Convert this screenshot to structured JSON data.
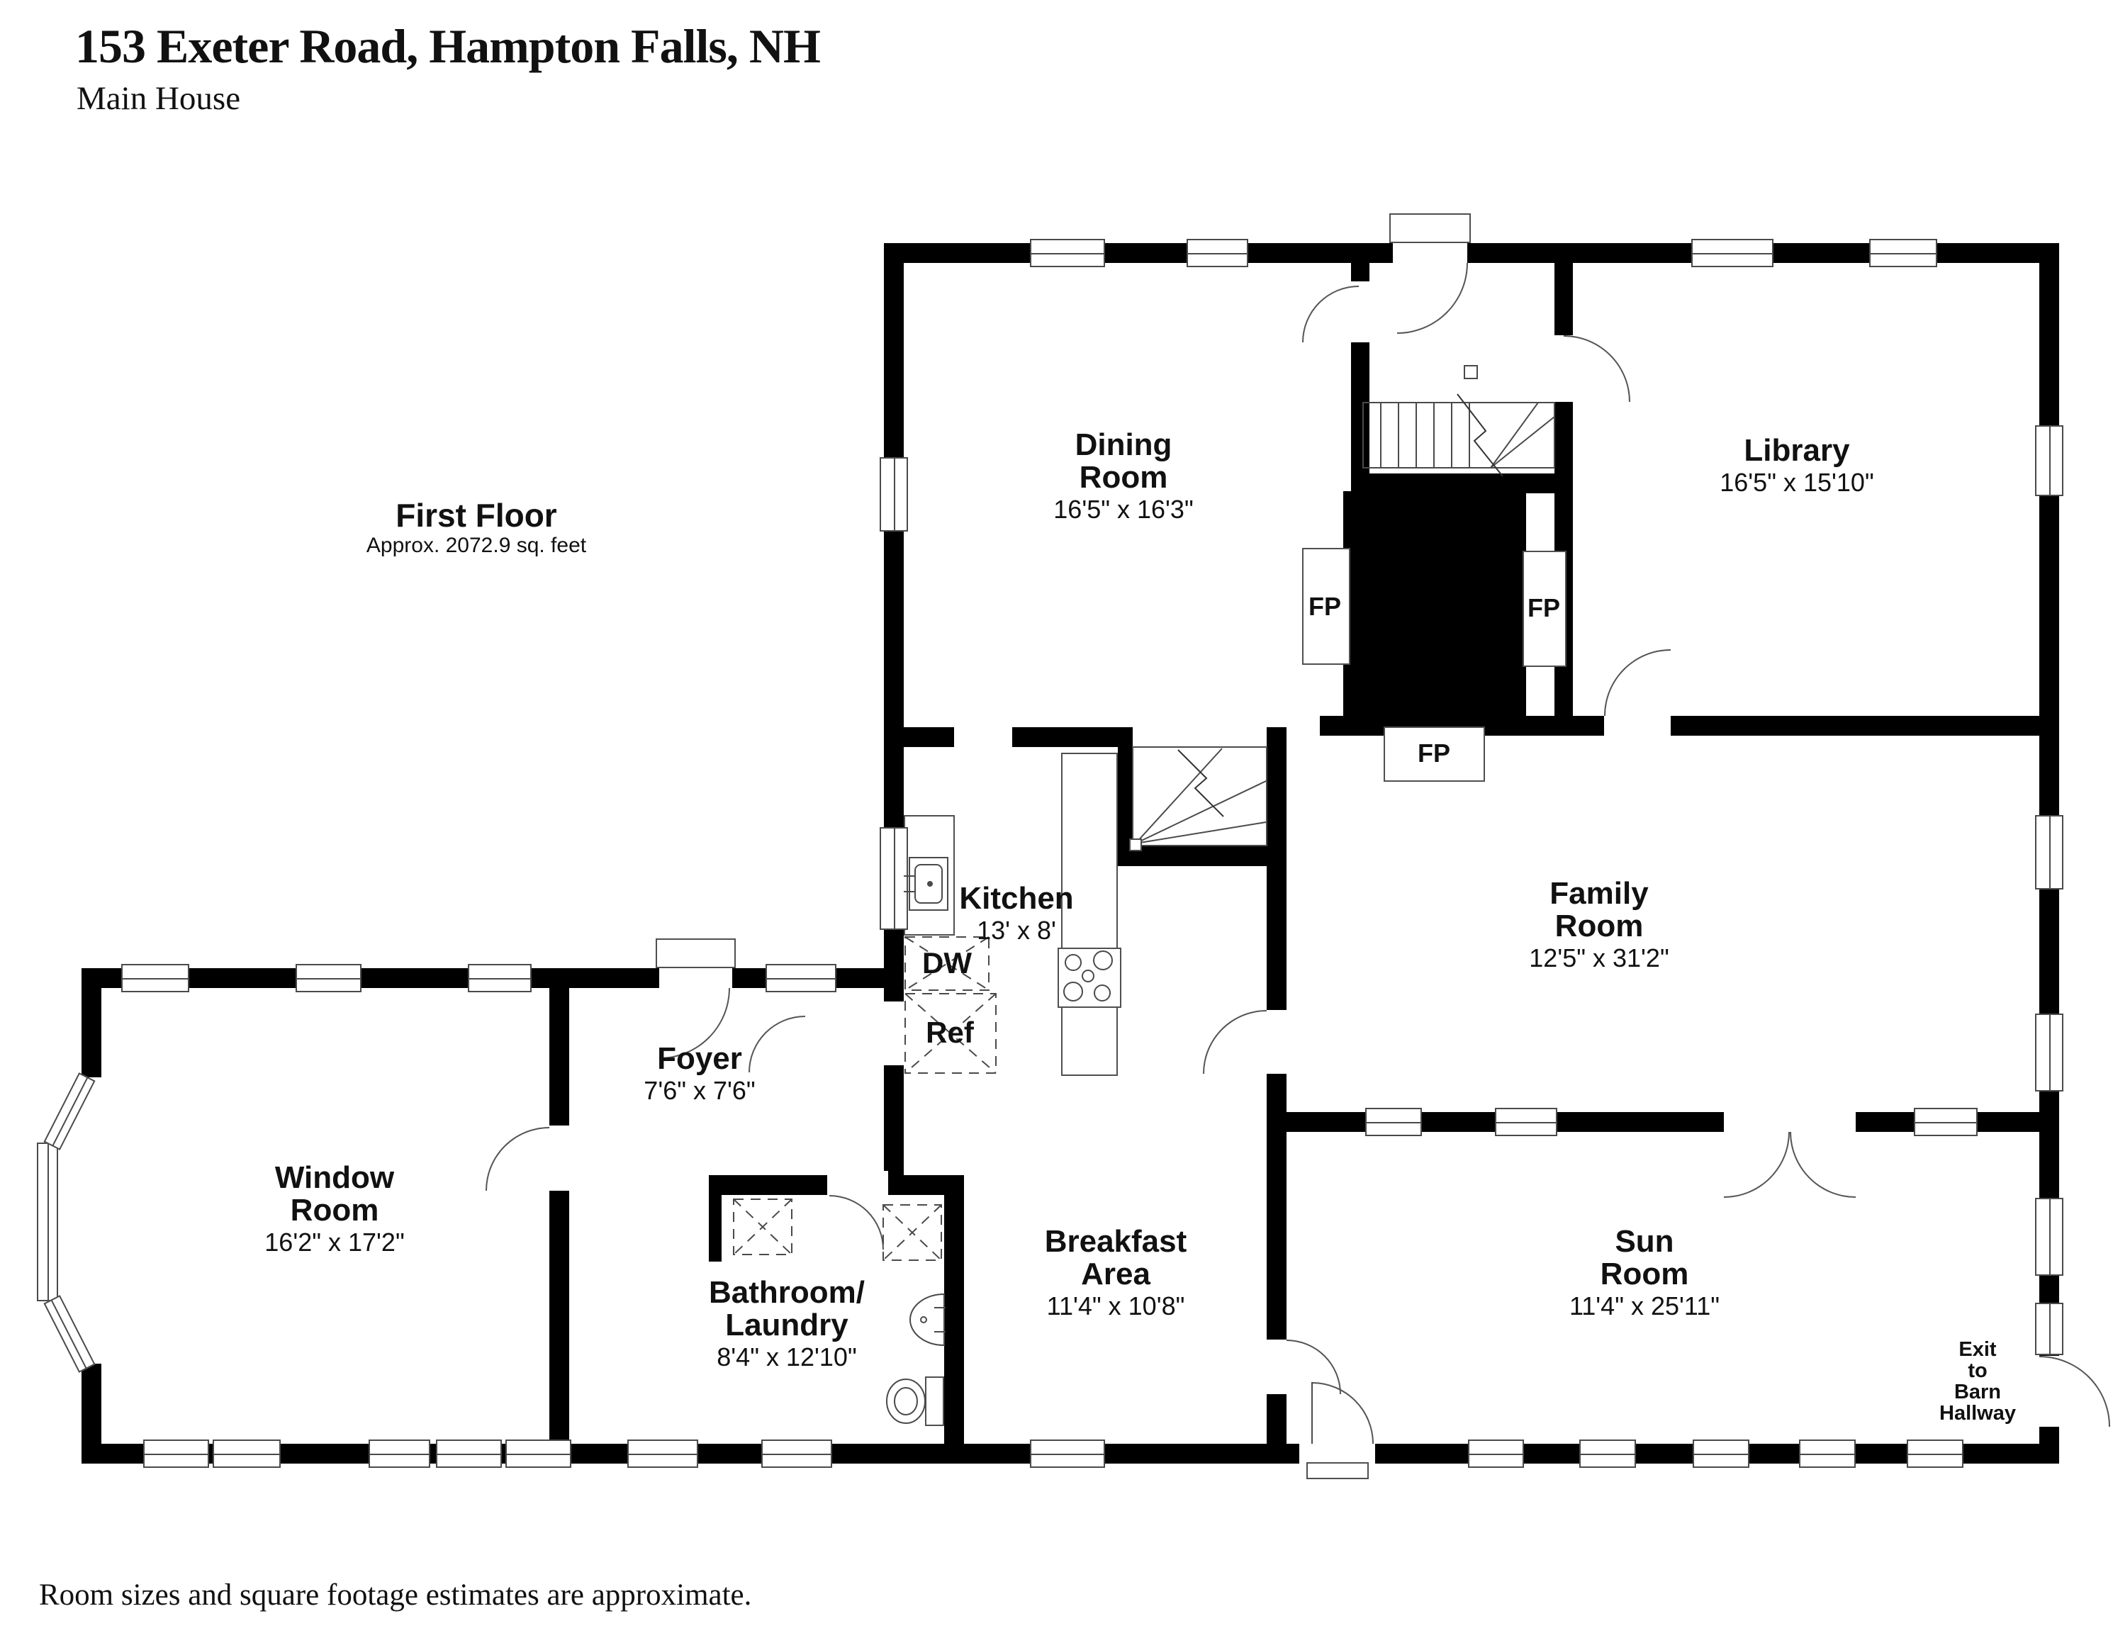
{
  "header": {
    "title": "153 Exeter Road, Hampton Falls, NH",
    "subtitle": "Main House"
  },
  "floor": {
    "label": "First Floor",
    "area": "Approx. 2072.9 sq. feet"
  },
  "rooms": {
    "dining": {
      "l1": "Dining",
      "l2": "Room",
      "dims": "16'5\" x 16'3\""
    },
    "library": {
      "l1": "Library",
      "dims": "16'5\" x 15'10\""
    },
    "kitchen": {
      "l1": "Kitchen",
      "dims": "13' x 8'"
    },
    "family": {
      "l1": "Family",
      "l2": "Room",
      "dims": "12'5\" x 31'2\""
    },
    "foyer": {
      "l1": "Foyer",
      "dims": "7'6\" x 7'6\""
    },
    "window_room": {
      "l1": "Window",
      "l2": "Room",
      "dims": "16'2\" x 17'2\""
    },
    "bathroom": {
      "l1": "Bathroom/",
      "l2": "Laundry",
      "dims": "8'4\" x 12'10\""
    },
    "breakfast": {
      "l1": "Breakfast",
      "l2": "Area",
      "dims": "11'4\" x 10'8\""
    },
    "sun": {
      "l1": "Sun",
      "l2": "Room",
      "dims": "11'4\" x 25'11\""
    }
  },
  "annotations": {
    "fireplace": "FP",
    "dishwasher": "DW",
    "refrigerator": "Ref",
    "exit_l1": "Exit",
    "exit_l2": "to",
    "exit_l3": "Barn",
    "exit_l4": "Hallway"
  },
  "footer": {
    "note": "Room sizes and square footage estimates are approximate."
  },
  "colors": {
    "wall": "#000000",
    "line": "#4a4a4a",
    "background": "#ffffff"
  }
}
